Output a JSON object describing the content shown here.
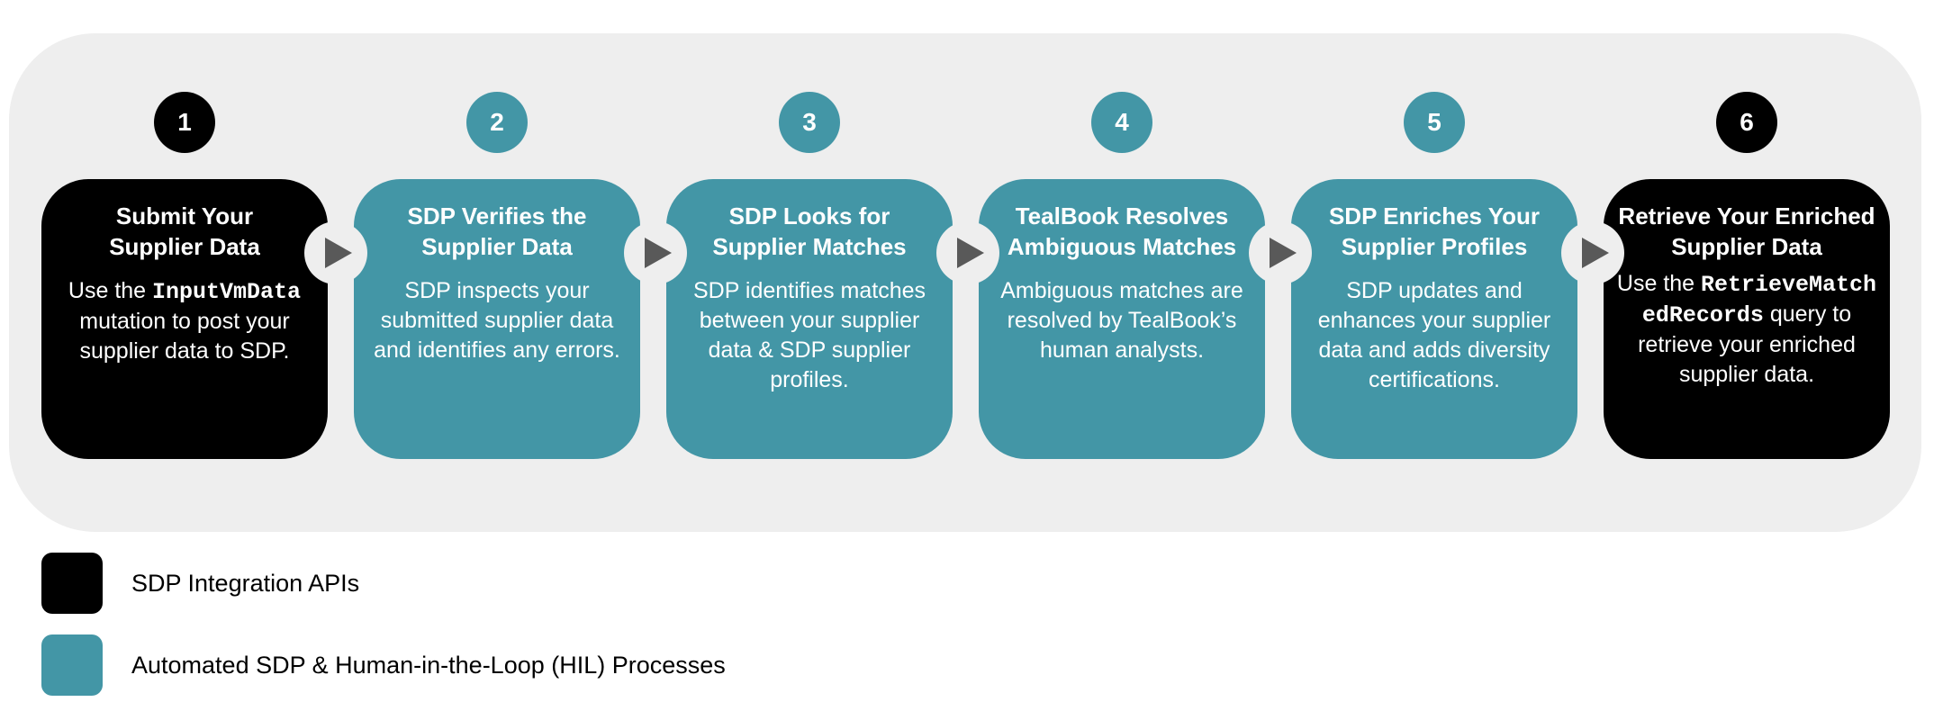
{
  "steps": [
    {
      "number": "1",
      "title_line1": "Submit Your",
      "title_line2": "Supplier Data",
      "desc_pre": "Use the ",
      "desc_code": "InputVmData",
      "desc_post": " mutation to post your supplier data to SDP.",
      "category": "api"
    },
    {
      "number": "2",
      "title_line1": "SDP Verifies the",
      "title_line2": "Supplier Data",
      "desc": "SDP inspects your submitted supplier data and identifies any errors.",
      "category": "process"
    },
    {
      "number": "3",
      "title_line1": "SDP Looks for",
      "title_line2": "Supplier Matches",
      "desc": "SDP identifies matches between your supplier data & SDP supplier profiles.",
      "category": "process"
    },
    {
      "number": "4",
      "title_line1": "TealBook Resolves",
      "title_line2": "Ambiguous Matches",
      "desc": "Ambiguous matches are resolved by TealBook’s human analysts.",
      "category": "process"
    },
    {
      "number": "5",
      "title_line1": "SDP Enriches Your",
      "title_line2": "Supplier Profiles",
      "desc": "SDP updates and enhances your supplier data and adds diversity certifications.",
      "category": "process"
    },
    {
      "number": "6",
      "title": "Retrieve Your Enriched Supplier Data",
      "desc_pre": "Use the ",
      "desc_code": "RetrieveMatchedRecords",
      "desc_post": " query to retrieve your enriched supplier data.",
      "category": "api"
    }
  ],
  "legend": {
    "api_label": "SDP Integration APIs",
    "process_label": "Automated SDP & Human-in-the-Loop (HIL) Processes"
  },
  "colors": {
    "api": "#000000",
    "process": "#4396a6",
    "background_panel": "#eeeeee",
    "arrow": "#595959"
  }
}
